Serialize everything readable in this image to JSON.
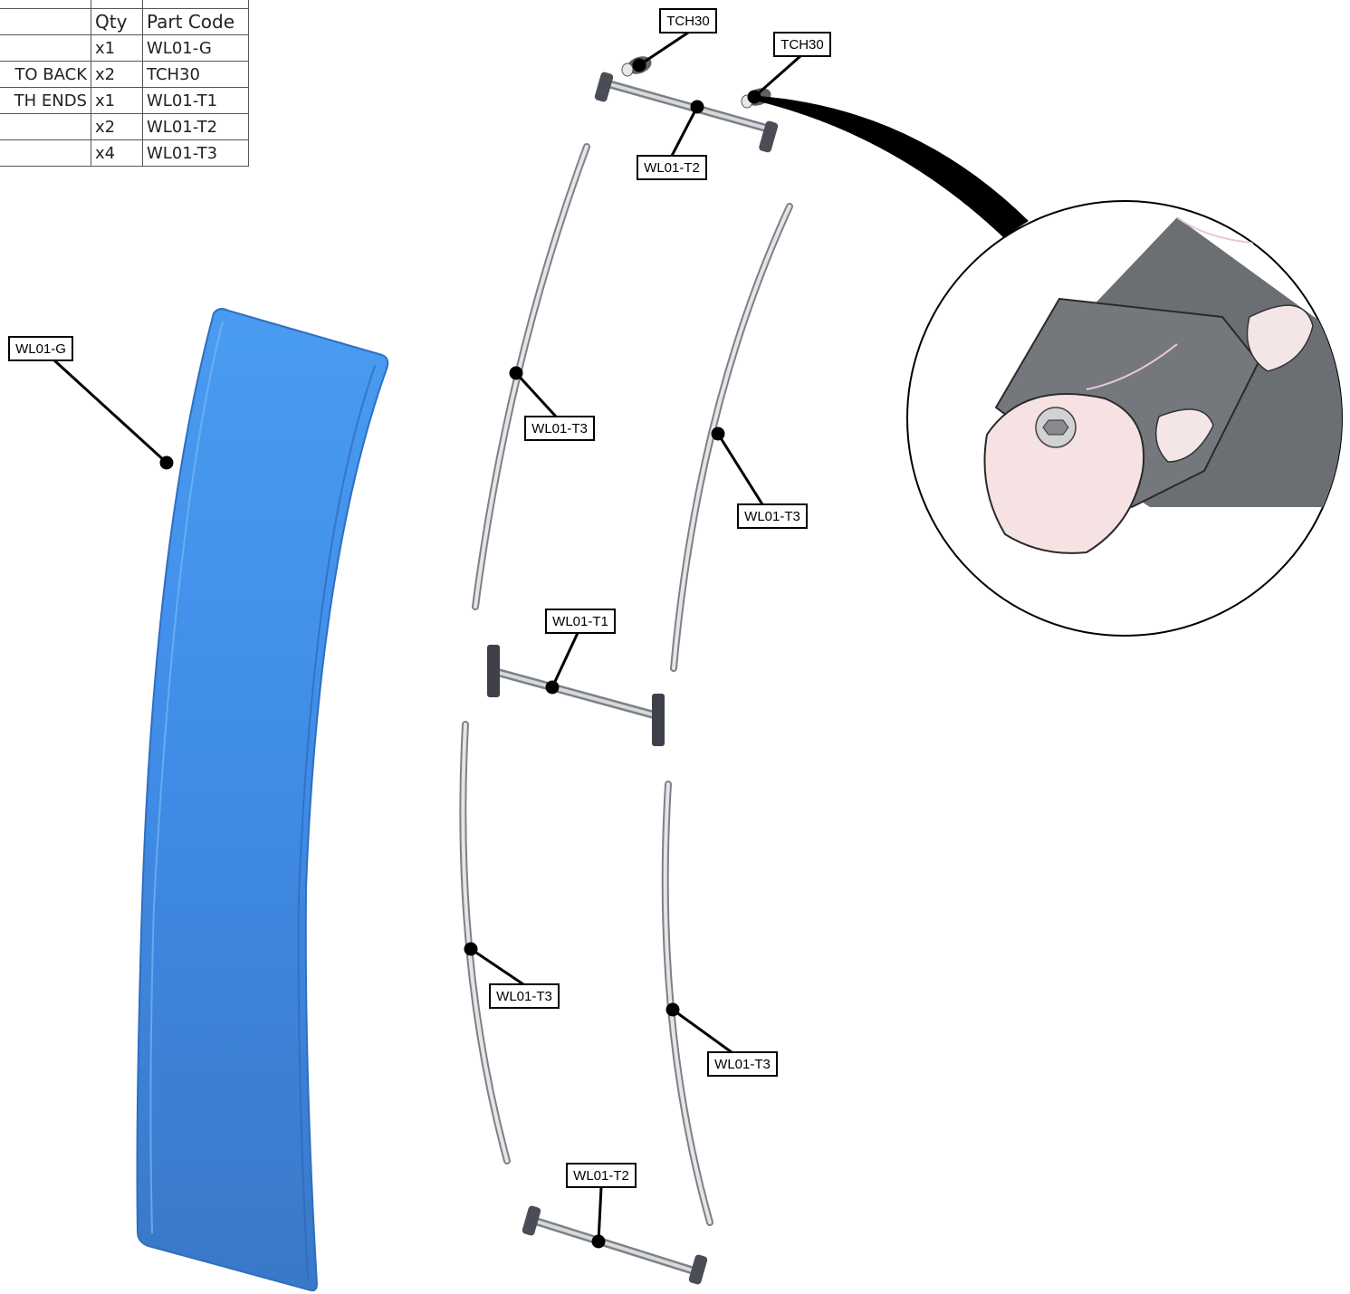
{
  "parts_table": {
    "headers": {
      "description": "",
      "qty": "Qty",
      "part_code": "Part Code"
    },
    "rows": [
      {
        "description": "",
        "qty": "x1",
        "part_code": "WL01-G"
      },
      {
        "description": "TO BACK",
        "qty": "x2",
        "part_code": "TCH30"
      },
      {
        "description": "TH ENDS",
        "qty": "x1",
        "part_code": "WL01-T1"
      },
      {
        "description": "",
        "qty": "x2",
        "part_code": "WL01-T2"
      },
      {
        "description": "",
        "qty": "x4",
        "part_code": "WL01-T3"
      }
    ]
  },
  "callouts": {
    "graphic": "WL01-G",
    "tch30_left": "TCH30",
    "tch30_right": "TCH30",
    "t2_top": "WL01-T2",
    "t3_upper_left": "WL01-T3",
    "t3_upper_right": "WL01-T3",
    "t1": "WL01-T1",
    "t3_lower_left": "WL01-T3",
    "t3_lower_right": "WL01-T3",
    "t2_bottom": "WL01-T2"
  },
  "colors": {
    "graphic_panel": "#3d88e6",
    "tube": "#c9ccd0",
    "connector": "#4a4d55",
    "detail_cap": "#f6e2e2",
    "detail_body": "#6b6f74"
  }
}
